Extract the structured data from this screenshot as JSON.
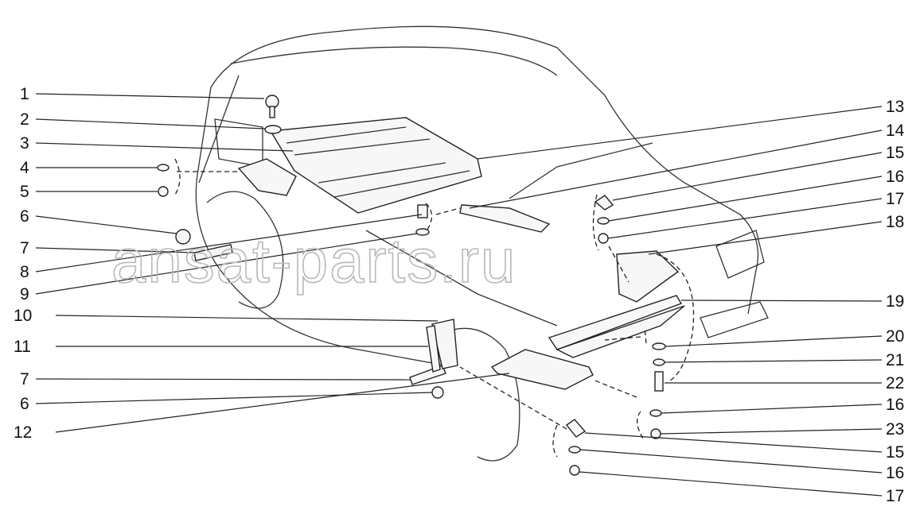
{
  "watermark": "ansat-parts.ru",
  "callouts_left": [
    "1",
    "2",
    "3",
    "4",
    "5",
    "6",
    "7",
    "8",
    "9",
    "10",
    "11",
    "7",
    "6",
    "12"
  ],
  "callouts_right": [
    "13",
    "14",
    "15",
    "16",
    "17",
    "18",
    "19",
    "20",
    "21",
    "22",
    "16",
    "23",
    "15",
    "16",
    "17"
  ]
}
